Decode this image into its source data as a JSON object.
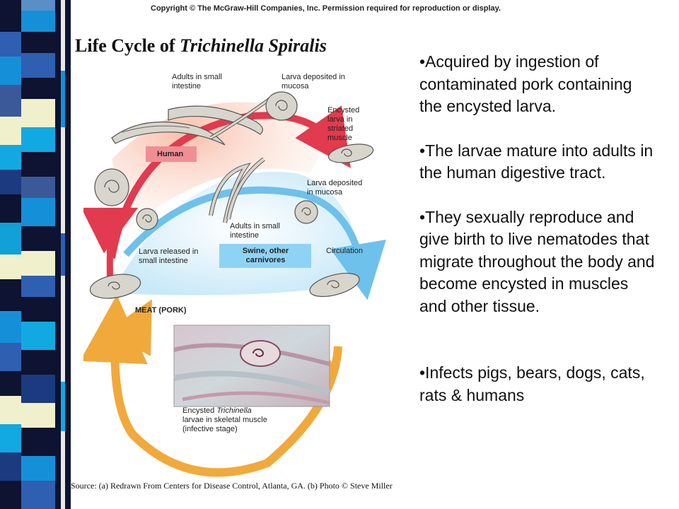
{
  "copyright": "Copyright © The McGraw-Hill Companies, Inc. Permission required for reproduction or display.",
  "title": {
    "prefix": "Life Cycle of ",
    "italic": "Trichinella Spiralis"
  },
  "diagram": {
    "labels": {
      "adults_small_intestine_human": "Adults in small intestine",
      "larva_deposited_mucosa_top": "Larva deposited in mucosa",
      "encysted_larva_striated": "Encysted larva in striated muscle",
      "human": "Human",
      "larva_deposited_mucosa": "Larva deposited in mucosa",
      "adults_small_intestine_swine": "Adults in small intestine",
      "larva_released": "Larva released in small intestine",
      "swine": "Swine, other carnivores",
      "circulation": "Circulation",
      "meat": "MEAT (PORK)",
      "encysted_prefix": "Encysted ",
      "encysted_italic": "Trichinella",
      "encysted_rest": "larvae in skeletal muscle (infective stage)"
    },
    "colors": {
      "red_arrow": "#e23a4e",
      "blue_arrow": "#6ec1ea",
      "orange_arrow": "#f2a93b",
      "human_box": "#f08f93",
      "swine_box": "#8fd3f4"
    }
  },
  "bullets": [
    "•Acquired by ingestion of contaminated pork containing the encysted larva.",
    "•The larvae mature into adults in the human digestive tract.",
    "•They sexually reproduce and give birth to live nematodes that migrate throughout the body and become encysted in muscles and other tissue.",
    "•Infects pigs, bears, dogs, cats, rats & humans"
  ],
  "source": "Source:  (a) Redrawn From Centers for Disease Control, Atlanta, GA. (b) Photo © Steve Miller"
}
